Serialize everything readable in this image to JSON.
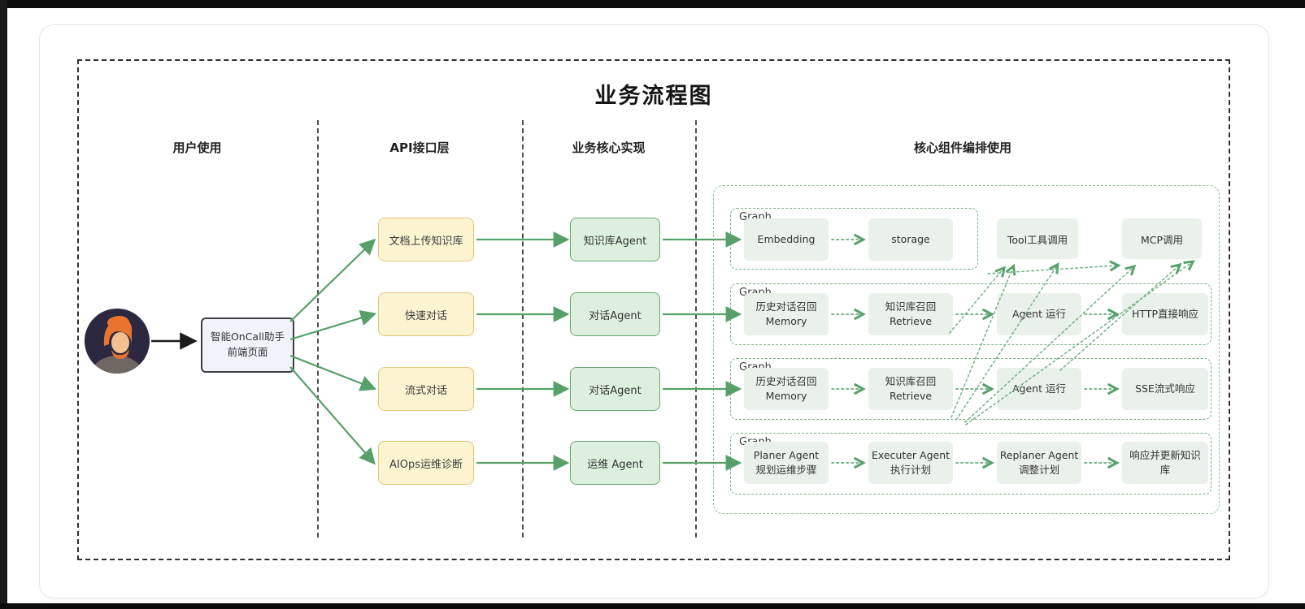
{
  "title": "业务流程图",
  "columns": {
    "user": "用户使用",
    "api": "API接口层",
    "core": "业务核心实现",
    "orchestration": "核心组件编排使用"
  },
  "user_flow": {
    "frontend_box": "智能OnCall助手\n前端页面"
  },
  "api_layer": {
    "items": [
      "文档上传知识库",
      "快速对话",
      "流式对话",
      "AIOps运维诊断"
    ]
  },
  "core_layer": {
    "items": [
      "知识库Agent",
      "对话Agent",
      "对话Agent",
      "运维 Agent"
    ]
  },
  "orchestration": {
    "floating_nodes": [
      "Tool工具调用",
      "MCP调用"
    ],
    "graphs": [
      {
        "label": "Graph",
        "nodes": [
          "Embedding",
          "storage"
        ]
      },
      {
        "label": "Graph",
        "nodes": [
          "历史对话召回\nMemory",
          "知识库召回\nRetrieve",
          "Agent 运行",
          "HTTP直接响应"
        ]
      },
      {
        "label": "Graph",
        "nodes": [
          "历史对话召回\nMemory",
          "知识库召回\nRetrieve",
          "Agent 运行",
          "SSE流式响应"
        ]
      },
      {
        "label": "Graph",
        "nodes": [
          "Planer Agent\n规划运维步骤",
          "Executer Agent\n执行计划",
          "Replaner Agent\n调整计划",
          "响应并更新知识\n库"
        ]
      }
    ]
  },
  "colors": {
    "solid_arrow": "#57a06a",
    "dotted_arrow": "#68ab79",
    "api_fill": "#fcf3d1",
    "api_border": "#e4c87d",
    "core_fill": "#ddefdf",
    "core_border": "#66a86f",
    "node_fill": "#eaf1eb",
    "group_border": "#74b184",
    "outer_border": "#2e2e2e"
  }
}
